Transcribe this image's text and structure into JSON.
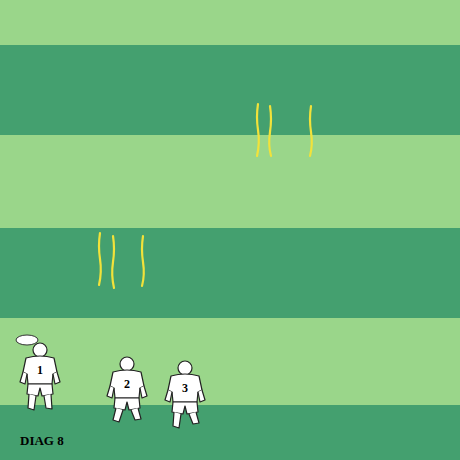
{
  "diagram": {
    "labels": [
      "1",
      "2",
      "3",
      "DIAG 8"
    ]
  }
}
